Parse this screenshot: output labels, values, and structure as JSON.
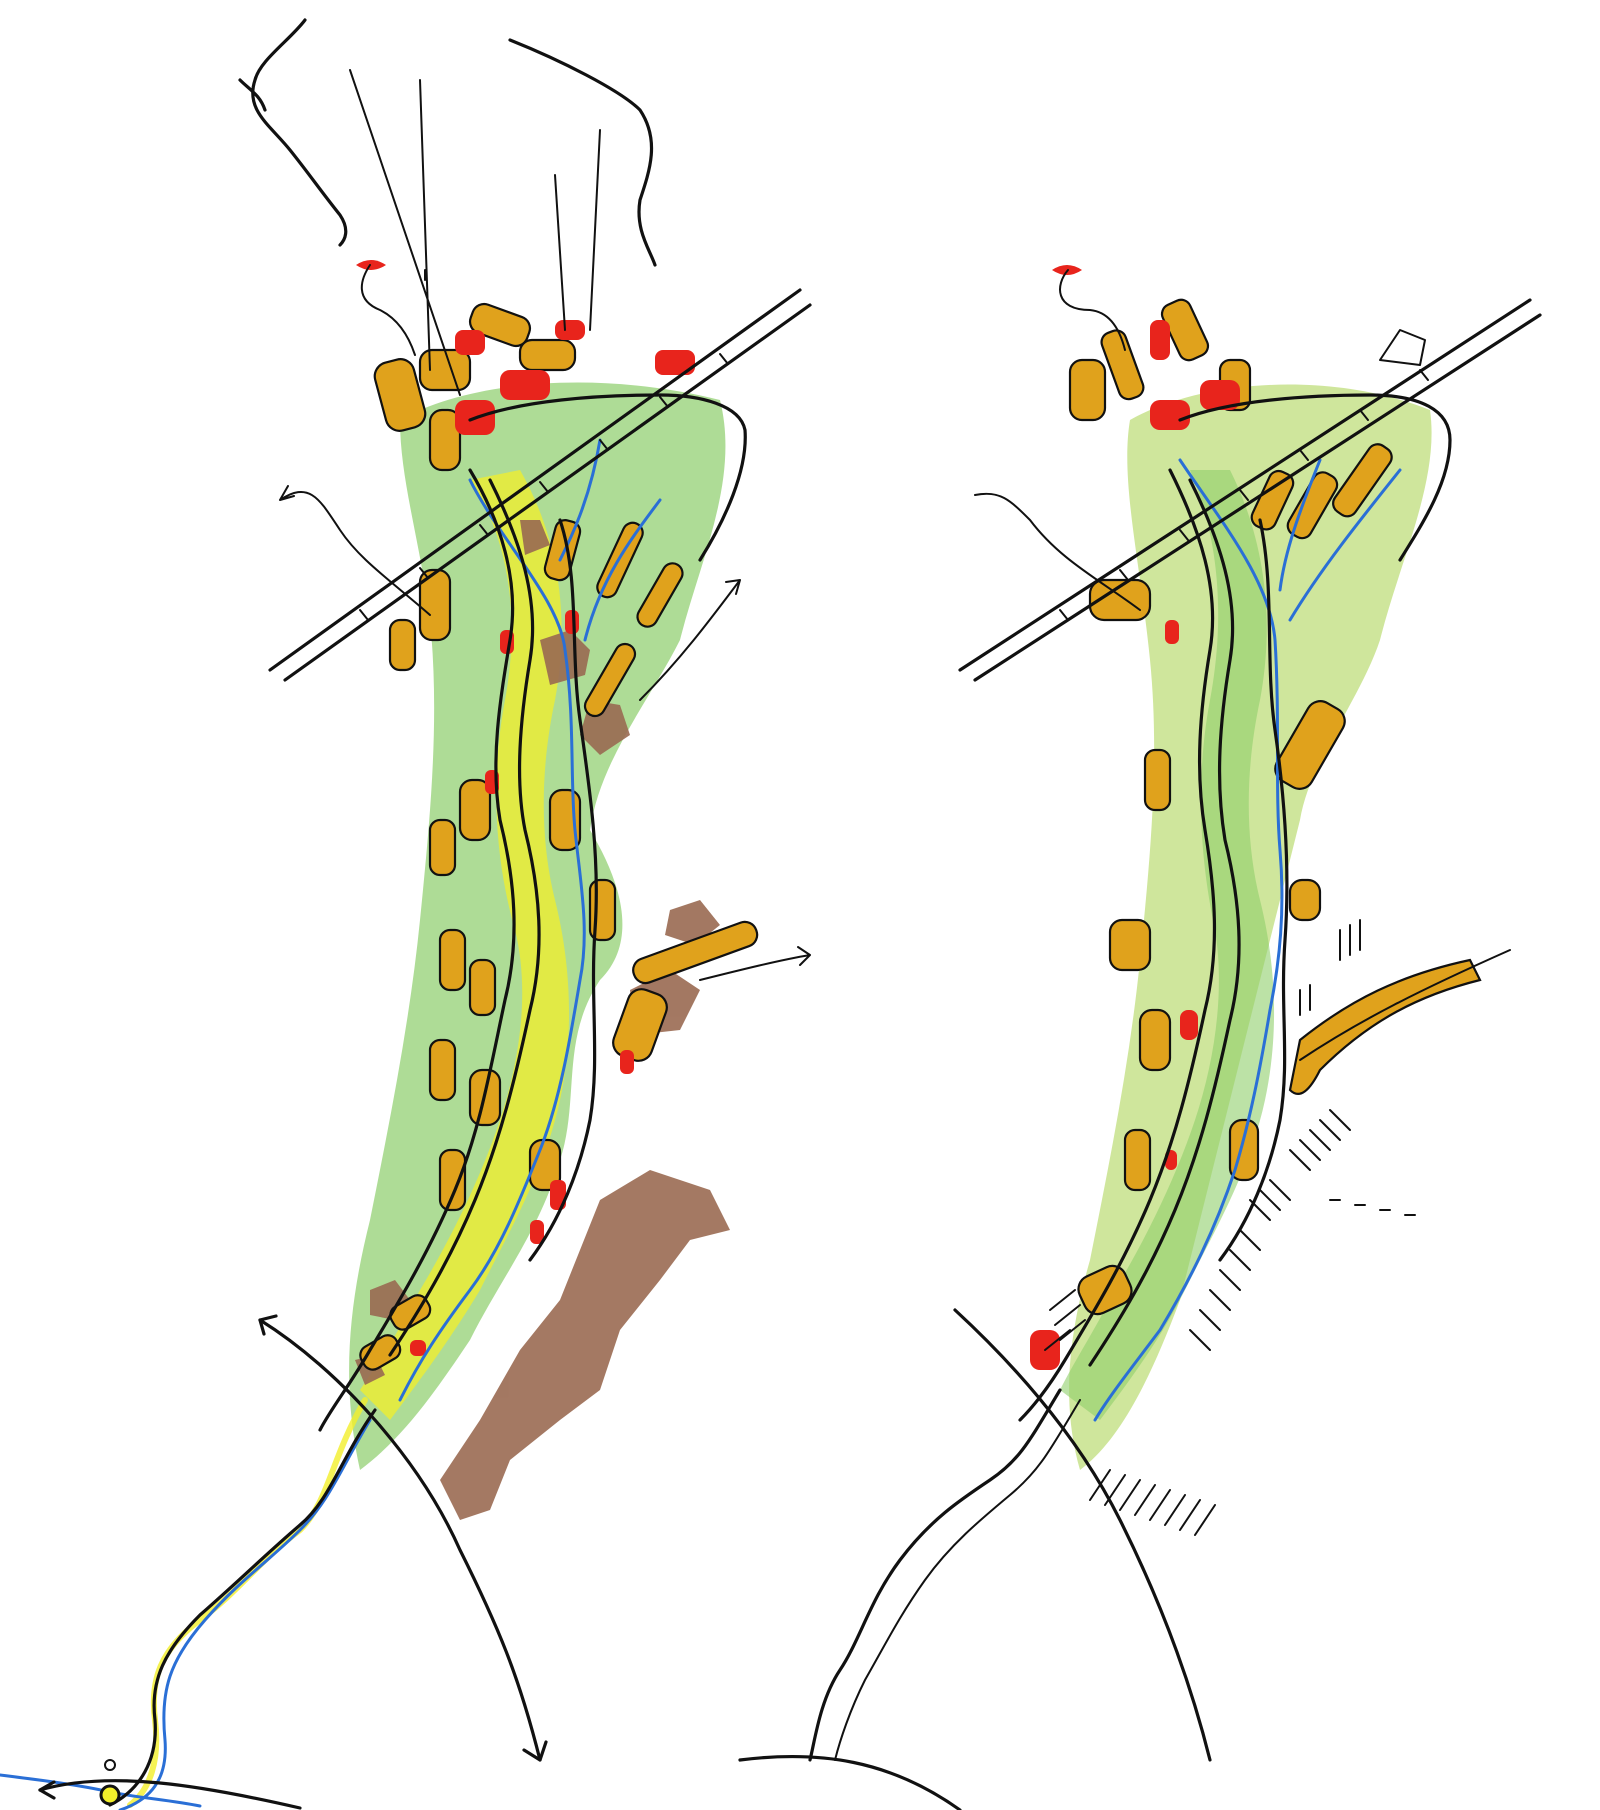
{
  "colors": {
    "paper": "#ffffff",
    "ink": "#111111",
    "contour_green": "#3fae3b",
    "dark_green": "#2f8f2a",
    "light_green_wash": "#b9d94a",
    "yellow_wash": "#f2ef2a",
    "orange_block": "#e0a21c",
    "red_block": "#e8241c",
    "brown_patch": "#9a6a52",
    "water_blue": "#2a6fd6"
  },
  "panels": [
    {
      "name": "left-valley-sketch",
      "style": "colored with yellow corridor, brown patches, red settlements"
    },
    {
      "name": "right-valley-sketch",
      "style": "colored with hatching, lighter corridor"
    }
  ]
}
